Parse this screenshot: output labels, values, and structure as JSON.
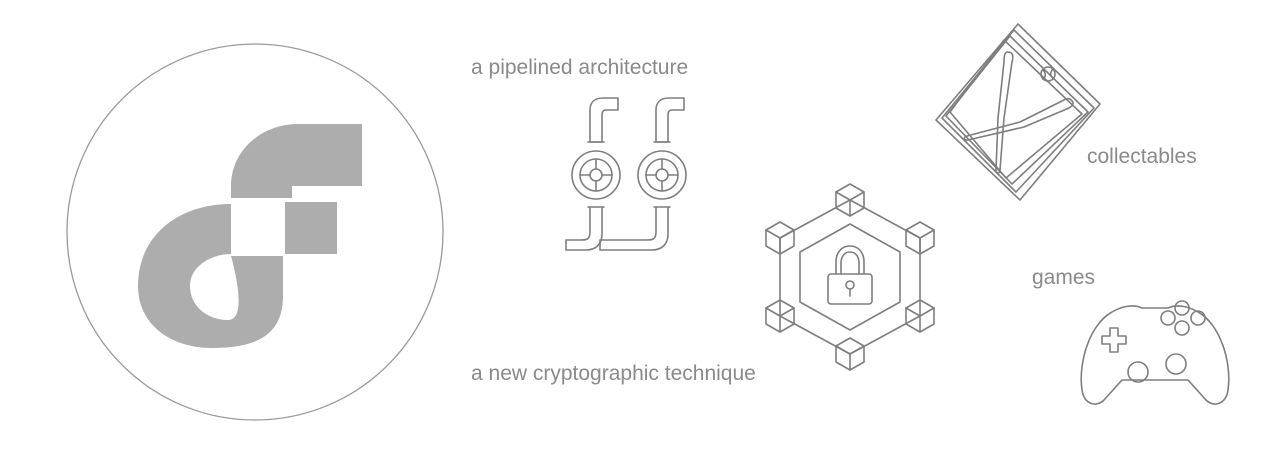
{
  "labels": {
    "pipeline": "a pipelined architecture",
    "crypto": "a new cryptographic technique",
    "collectables": "collectables",
    "games": "games"
  },
  "colors": {
    "logo_fill": "#adadad",
    "line": "#7e7e7e",
    "label_text": "#8a8a8a",
    "background": "#ffffff"
  },
  "icons": [
    "flow-logo",
    "pipes-valves-icon",
    "blockchain-lock-icon",
    "baseball-cards-icon",
    "gamepad-icon"
  ]
}
